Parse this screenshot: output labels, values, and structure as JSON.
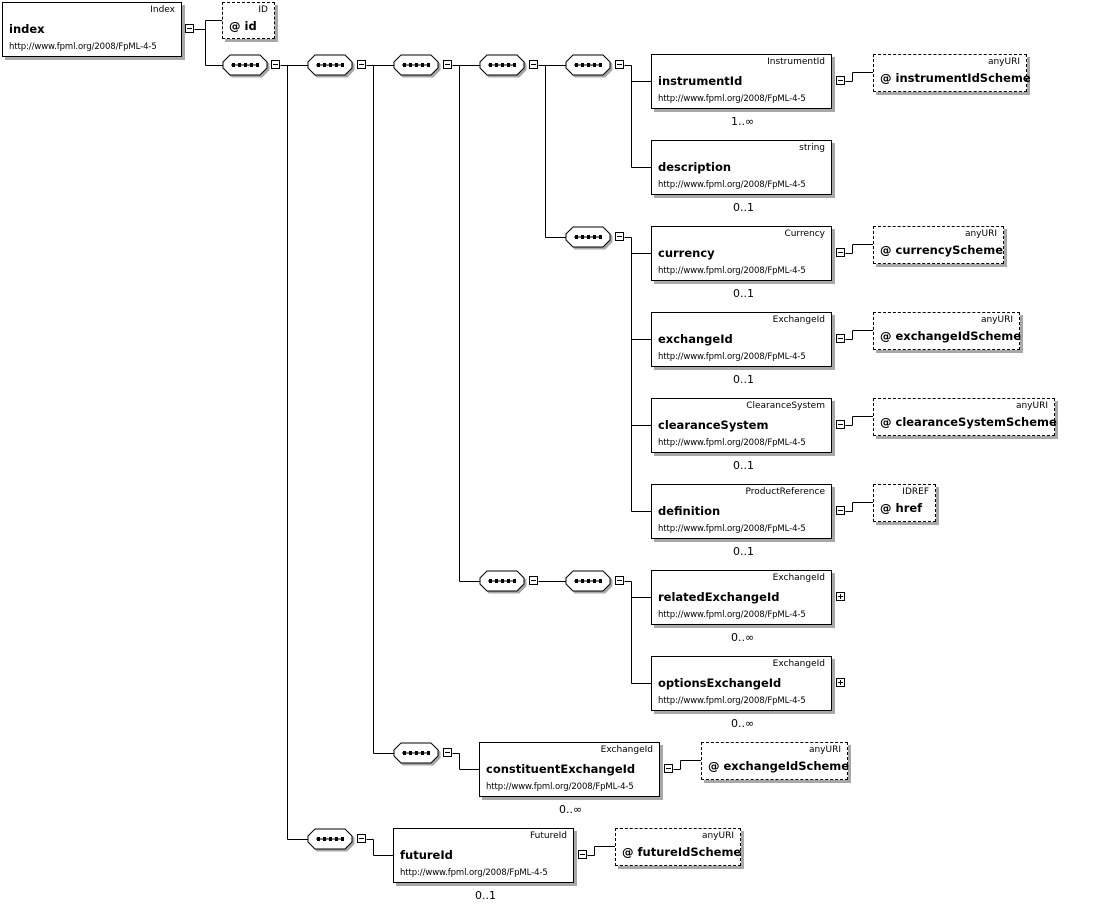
{
  "root": {
    "type": "Index",
    "name": "index",
    "namespace": "http://www.fpml.org/2008/FpML-4-5"
  },
  "root_attr": {
    "type": "ID",
    "label": "@  id"
  },
  "elements": [
    {
      "type": "InstrumentId",
      "name": "instrumentId",
      "namespace": "http://www.fpml.org/2008/FpML-4-5",
      "card": "1..∞",
      "attr_type": "anyURI",
      "attr": "@  instrumentIdScheme"
    },
    {
      "type": "string",
      "name": "description",
      "namespace": "http://www.fpml.org/2008/FpML-4-5",
      "card": "0..1"
    },
    {
      "type": "Currency",
      "name": "currency",
      "namespace": "http://www.fpml.org/2008/FpML-4-5",
      "card": "0..1",
      "attr_type": "anyURI",
      "attr": "@  currencyScheme"
    },
    {
      "type": "ExchangeId",
      "name": "exchangeId",
      "namespace": "http://www.fpml.org/2008/FpML-4-5",
      "card": "0..1",
      "attr_type": "anyURI",
      "attr": "@  exchangeIdScheme"
    },
    {
      "type": "ClearanceSystem",
      "name": "clearanceSystem",
      "namespace": "http://www.fpml.org/2008/FpML-4-5",
      "card": "0..1",
      "attr_type": "anyURI",
      "attr": "@  clearanceSystemScheme"
    },
    {
      "type": "ProductReference",
      "name": "definition",
      "namespace": "http://www.fpml.org/2008/FpML-4-5",
      "card": "0..1",
      "attr_type": "IDREF",
      "attr": "@  href"
    },
    {
      "type": "ExchangeId",
      "name": "relatedExchangeId",
      "namespace": "http://www.fpml.org/2008/FpML-4-5",
      "card": "0..∞"
    },
    {
      "type": "ExchangeId",
      "name": "optionsExchangeId",
      "namespace": "http://www.fpml.org/2008/FpML-4-5",
      "card": "0..∞"
    },
    {
      "type": "ExchangeId",
      "name": "constituentExchangeId",
      "namespace": "http://www.fpml.org/2008/FpML-4-5",
      "card": "0..∞",
      "attr_type": "anyURI",
      "attr": "@  exchangeIdScheme"
    },
    {
      "type": "FutureId",
      "name": "futureId",
      "namespace": "http://www.fpml.org/2008/FpML-4-5",
      "card": "0..1",
      "attr_type": "anyURI",
      "attr": "@  futureIdScheme"
    }
  ],
  "colors": {
    "shadow": "#a8a8a8",
    "line": "#000000",
    "background": "#ffffff"
  }
}
